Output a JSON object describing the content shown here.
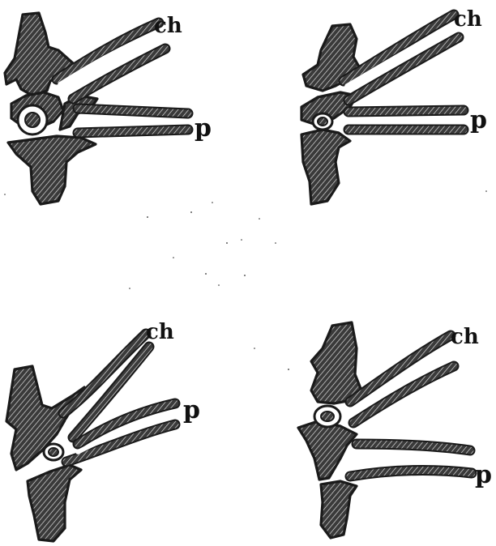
{
  "panels": [
    {
      "label_upper": "ch",
      "label_lower": "p"
    },
    {
      "label_upper": "ch",
      "label_lower": "p"
    },
    {
      "label_upper": "ch",
      "label_lower": "p"
    },
    {
      "label_upper": "ch",
      "label_lower": "p"
    }
  ]
}
